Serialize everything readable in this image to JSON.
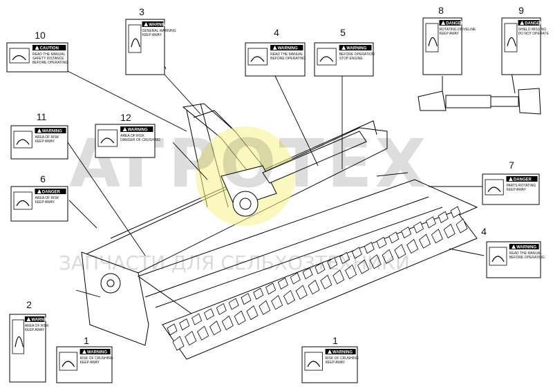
{
  "watermark": {
    "main": "АГРОТЕХ",
    "sub": "ЗАПЧАСТИ ДЛЯ СЕЛЬХОЗТЕХНИКИ"
  },
  "callouts": [
    "1",
    "1",
    "2",
    "3",
    "4",
    "4",
    "5",
    "6",
    "7",
    "8",
    "9",
    "10",
    "11",
    "12"
  ],
  "labels": [
    {
      "header": "CAUTION",
      "lines": [
        "READ THE MANUAL",
        "SAFETY DISTANCE",
        "BEFORE OPERATING"
      ]
    },
    {
      "header": "WARNING",
      "lines": [
        "GENERAL WARNING",
        "KEEP AWAY"
      ]
    },
    {
      "header": "WARNING",
      "lines": [
        "READ THE MANUAL",
        "BEFORE OPERATING"
      ]
    },
    {
      "header": "WARNING",
      "lines": [
        "BEFORE OPERATION",
        "STOP ENGINE"
      ]
    },
    {
      "header": "DANGER",
      "lines": [
        "ROTATING DRIVELINE",
        "KEEP AWAY"
      ]
    },
    {
      "header": "DANGER",
      "lines": [
        "SHIELD MISSING",
        "DO NOT OPERATE"
      ]
    },
    {
      "header": "WARNING",
      "lines": [
        "AREA OF RISK",
        "KEEP AWAY"
      ]
    },
    {
      "header": "WARNING",
      "lines": [
        "AREA OF RISK",
        "DANGER OF CRUSHING"
      ]
    },
    {
      "header": "DANGER",
      "lines": [
        "AREA OF RISK",
        "KEEP AWAY"
      ]
    },
    {
      "header": "DANGER",
      "lines": [
        "PARTS ROTATING",
        "KEEP AWAY"
      ]
    },
    {
      "header": "WARNING",
      "lines": [
        "READ THE MANUAL",
        "BEFORE OPERATING"
      ]
    },
    {
      "header": "WARNING",
      "lines": [
        "AREA OF RISK",
        "KEEP AWAY"
      ]
    },
    {
      "header": "WARNING",
      "lines": [
        "RISK OF CRUSHING",
        "KEEP AWAY"
      ]
    },
    {
      "header": "WARNING",
      "lines": [
        "RISK OF CRUSHING",
        "KEEP AWAY"
      ]
    }
  ]
}
